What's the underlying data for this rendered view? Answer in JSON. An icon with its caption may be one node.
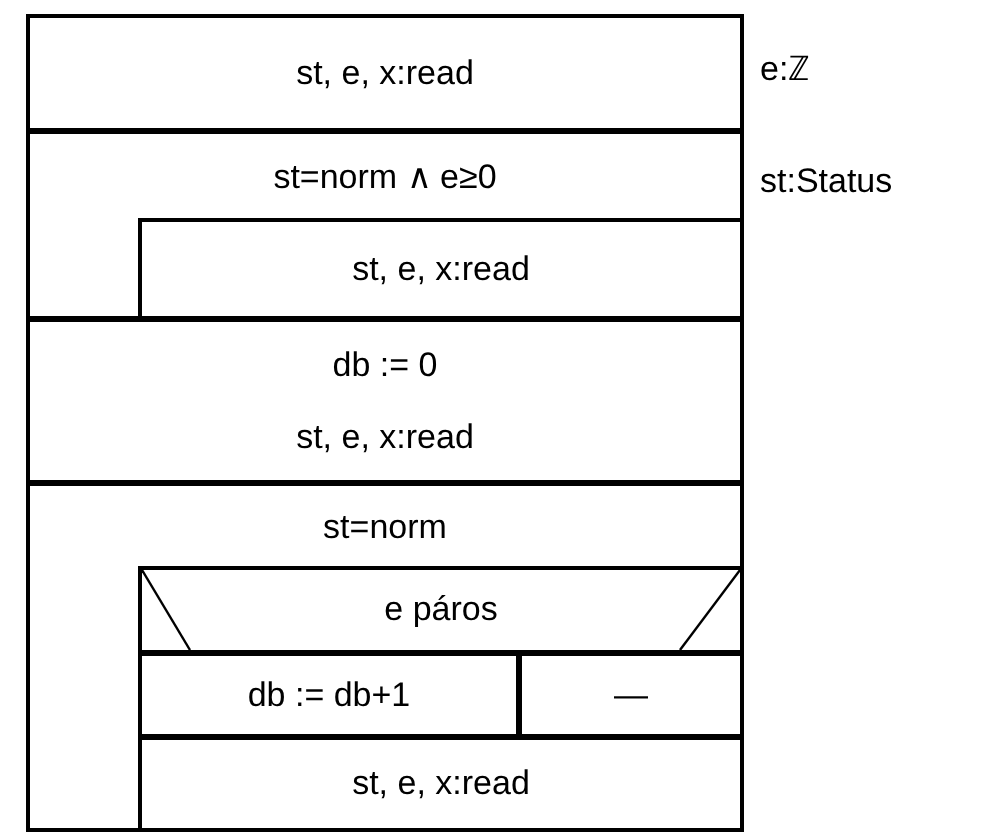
{
  "diagram": {
    "nodes": [
      {
        "text": [
          "st, e, x:read"
        ]
      },
      {
        "text": [
          "st=norm ∧ e≥0"
        ]
      },
      {
        "text": [
          "st, e, x:read"
        ],
        "in": 1
      },
      {
        "text": [
          "db := 0",
          "st, e, x:read"
        ]
      },
      {
        "text": [
          "st=norm"
        ]
      },
      {
        "text": [
          "e páros"
        ],
        "in": 4
      },
      {
        "text": [
          "db := db+1"
        ],
        "in": 4
      },
      {
        "text": [
          "—"
        ],
        "in": 4
      },
      {
        "text": [
          "st, e, x:read"
        ],
        "in": 4
      }
    ],
    "labels": [
      "e:ℤ",
      "st:Status"
    ]
  }
}
